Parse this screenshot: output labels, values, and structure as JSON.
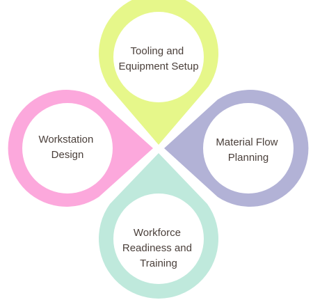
{
  "petals": [
    {
      "id": "top",
      "lines": [
        "Tooling and",
        "Equipment Setup"
      ],
      "color": "#e6f78a"
    },
    {
      "id": "right",
      "lines": [
        "Material Flow",
        "Planning"
      ],
      "color": "#b2b2d6"
    },
    {
      "id": "bottom",
      "lines": [
        "Workforce",
        "Readiness and",
        "Training"
      ],
      "color": "#bfe9dc"
    },
    {
      "id": "left",
      "lines": [
        "Workstation",
        "Design"
      ],
      "color": "#fca8dc"
    }
  ]
}
